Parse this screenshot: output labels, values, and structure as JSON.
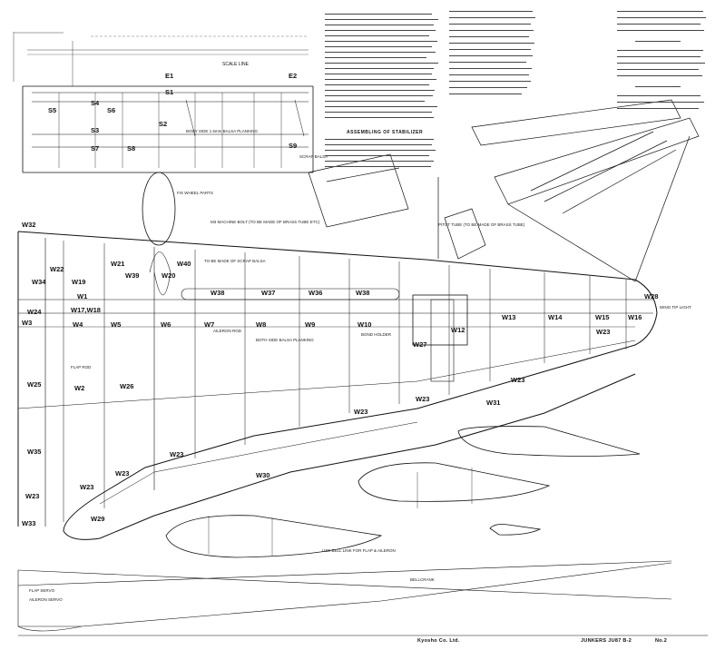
{
  "rib_panel": {
    "scale_line": "SCALE LINE",
    "parts": [
      "E1",
      "E2",
      "S1",
      "S2",
      "S3",
      "S4",
      "S5",
      "S6",
      "S7",
      "S8",
      "S9"
    ],
    "note_body_side": "BODY SIDE 1.5mm BALSA PLANKING",
    "note_scrap": "SCRAP BALSA"
  },
  "wing_parts": [
    "W1",
    "W2",
    "W3",
    "W4",
    "W5",
    "W6",
    "W7",
    "W8",
    "W9",
    "W10",
    "W12",
    "W13",
    "W14",
    "W15",
    "W16",
    "W17,W18",
    "W19",
    "W20",
    "W21",
    "W22",
    "W23",
    "W24",
    "W25",
    "W26",
    "W27",
    "W28",
    "W29",
    "W30",
    "W31",
    "W32",
    "W33",
    "W34",
    "W35",
    "W36",
    "W37",
    "W38",
    "W39",
    "W40"
  ],
  "annotations": {
    "fix_wheel_parts": "FIX WHEEL PARTS",
    "m3_machine_bolt": "M3 MACHINE BOLT (TO BE MADE OF BRASS TUBE ETC)",
    "to_be_made_of": "TO BE MADE OF SCRAP BALSA",
    "aileron_rod": "AILERON ROD",
    "both_side_balsa": "BOTH SIDE BALSA PLANKING",
    "flap_rod": "FLAP ROD",
    "bond_holder": "BOND HOLDER",
    "pitot_tube": "PITOT TUBE (TO BE MADE OF BRASS TUBE)",
    "wing_tip_light": "WING TIP LIGHT",
    "use_bell_link": "USE BELL LINK FOR FLAP & AILERON",
    "bellcrank": "BELLCRANK",
    "flap_servo": "FLAP SERVO",
    "aileron_servo": "AILERON SERVO"
  },
  "stabilizer_heading": "ASSEMBLING OF STABILIZER",
  "footer": {
    "model": "JUNKERS JU87 B-2",
    "sheet": "No.2",
    "maker": "Kyosho Co. Ltd."
  }
}
